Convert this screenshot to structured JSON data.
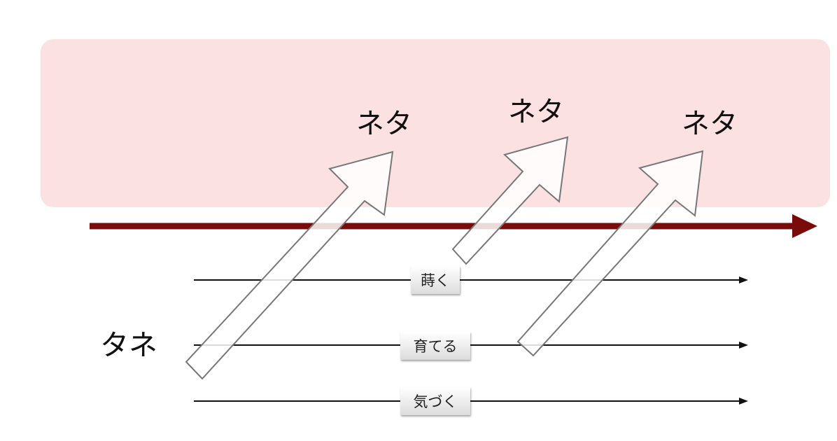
{
  "neta_labels": [
    "ネタ",
    "ネタ",
    "ネタ"
  ],
  "seed_label": "タネ",
  "action_labels": [
    "蒔く",
    "育てる",
    "気づく"
  ],
  "colors": {
    "zone_fill": "#fbe1e2",
    "main_arrow": "#7a0b0b",
    "line": "#111111",
    "big_arrow_fill": "#ffffff",
    "big_arrow_stroke": "#777777"
  }
}
